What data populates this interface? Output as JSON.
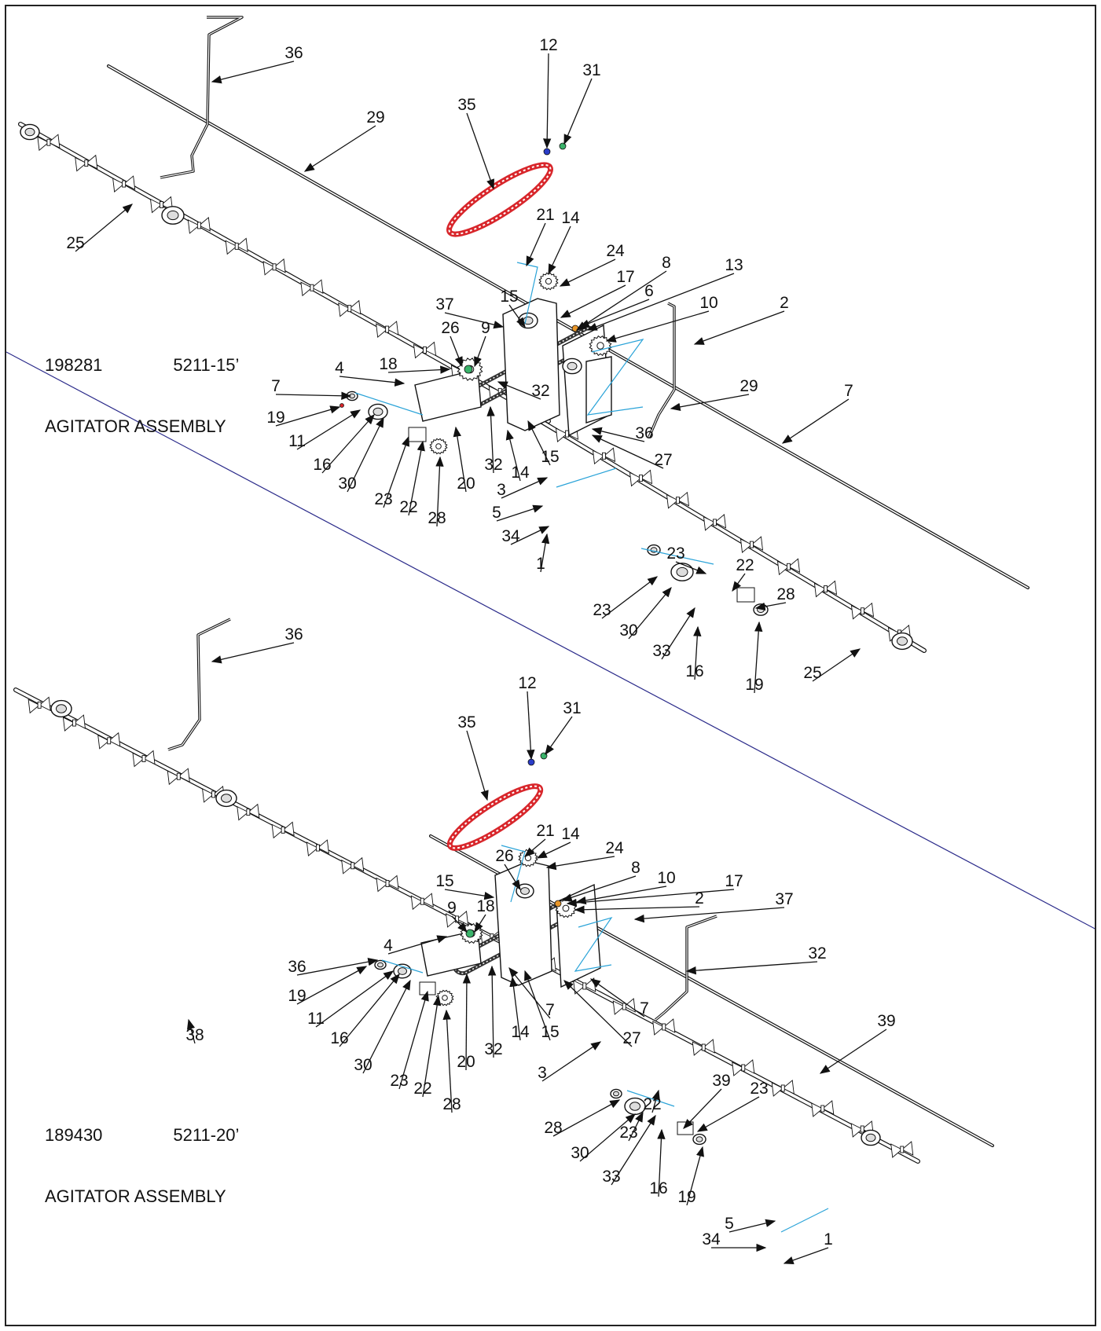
{
  "assemblies": [
    {
      "part_number": "198281",
      "model": "5211-15’",
      "name": "AGITATOR ASSEMBLY",
      "callouts": [
        "36",
        "29",
        "12",
        "31",
        "35",
        "25",
        "21",
        "14",
        "24",
        "8",
        "13",
        "17",
        "6",
        "10",
        "2",
        "37",
        "15",
        "26",
        "9",
        "18",
        "4",
        "32",
        "7",
        "19",
        "11",
        "16",
        "30",
        "23",
        "22",
        "28",
        "20",
        "32",
        "14",
        "15",
        "7",
        "29",
        "36",
        "27",
        "3",
        "5",
        "34",
        "1",
        "23",
        "22",
        "28",
        "23",
        "30",
        "33",
        "16",
        "19",
        "25"
      ]
    },
    {
      "part_number": "189430",
      "model": "5211-20’",
      "name": "AGITATOR ASSEMBLY",
      "callouts": [
        "36",
        "12",
        "31",
        "35",
        "21",
        "14",
        "24",
        "8",
        "26",
        "10",
        "17",
        "15",
        "2",
        "37",
        "9",
        "18",
        "4",
        "32",
        "36",
        "19",
        "11",
        "16",
        "30",
        "23",
        "22",
        "28",
        "20",
        "32",
        "14",
        "15",
        "7",
        "7",
        "27",
        "3",
        "39",
        "38",
        "39",
        "22",
        "23",
        "28",
        "23",
        "30",
        "33",
        "16",
        "19",
        "5",
        "34",
        "1"
      ]
    }
  ],
  "colors": {
    "line": "#111111",
    "leader": "#2aa3d8",
    "divider": "#2a2a8a",
    "chain": "#d8262b",
    "accent_blue": "#2a3cc8",
    "accent_green": "#3ab36a"
  }
}
